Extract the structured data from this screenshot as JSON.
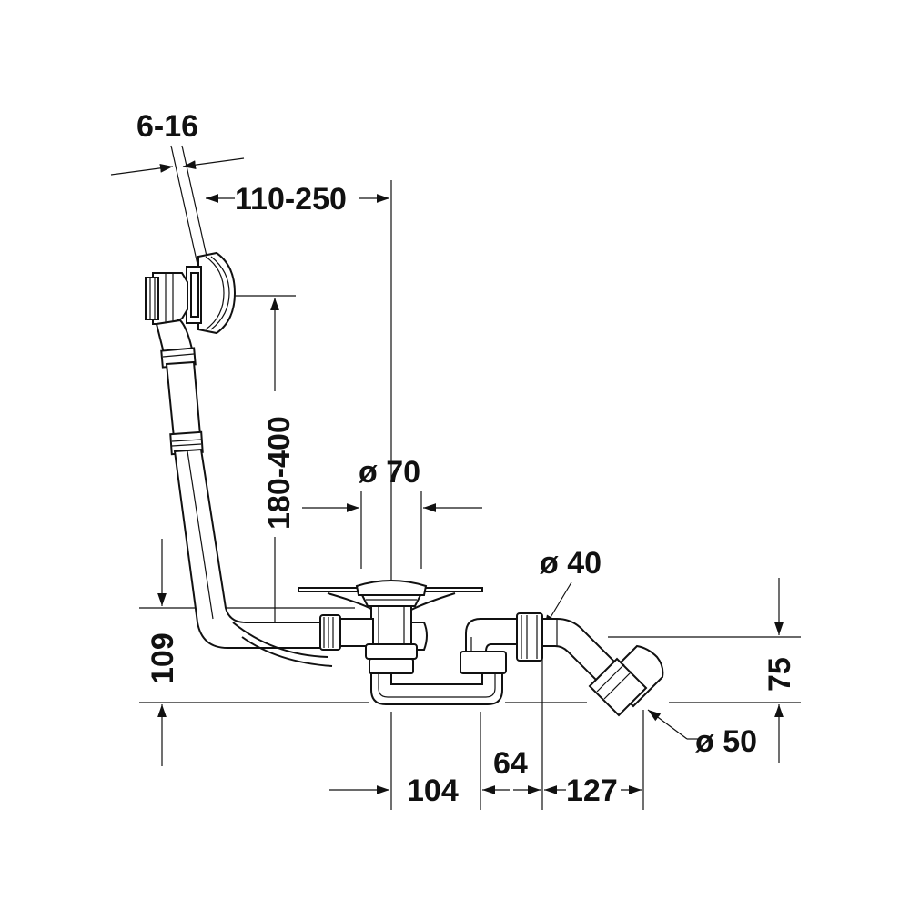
{
  "dimensions": {
    "wall_thickness": "6-16",
    "overflow_offset": "110-250",
    "overflow_height": "180-400",
    "drain_diameter": "ø 70",
    "outlet_diameter": "ø 40",
    "pipe_diameter": "ø 50",
    "trap_height": "109",
    "outlet_height": "75",
    "dist_104": "104",
    "dist_64": "64",
    "dist_127": "127"
  },
  "colors": {
    "line": "#111111",
    "background": "#ffffff"
  }
}
